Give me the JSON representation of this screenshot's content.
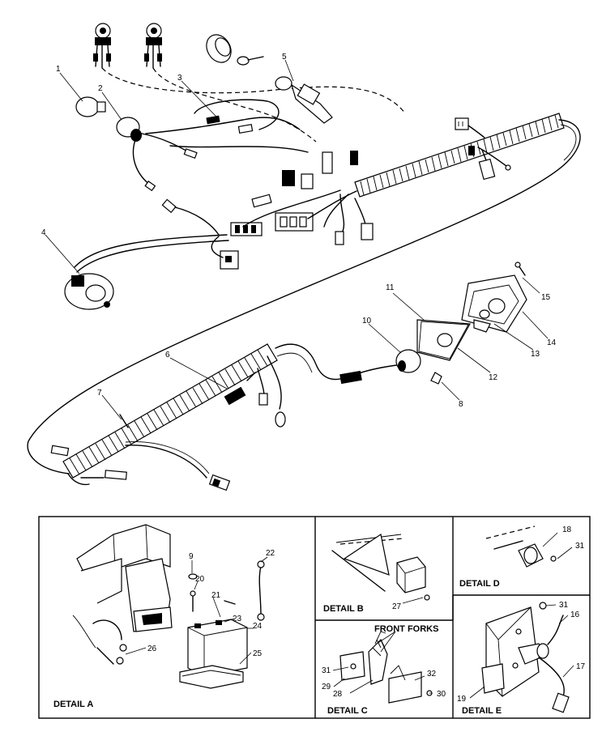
{
  "callouts": {
    "c1": "1",
    "c2": "2",
    "c3": "3",
    "c4": "4",
    "c5": "5",
    "c6": "6",
    "c7": "7",
    "c8": "8",
    "c9": "9",
    "c10": "10",
    "c11": "11",
    "c12": "12",
    "c13": "13",
    "c14": "14",
    "c15": "15",
    "c16": "16",
    "c17": "17",
    "c18": "18",
    "c19": "19",
    "c20": "20",
    "c21": "21",
    "c22": "22",
    "c23": "23",
    "c24": "24",
    "c25": "25",
    "c26": "26",
    "c27": "27",
    "c28": "28",
    "c29": "29",
    "c30": "30",
    "c31a": "31",
    "c31b": "31",
    "c31c": "31",
    "c32": "32"
  },
  "details": {
    "a": "DETAIL A",
    "b": "DETAIL B",
    "c": "DETAIL C",
    "d": "DETAIL D",
    "e": "DETAIL E",
    "front_forks": "FRONT FORKS"
  }
}
